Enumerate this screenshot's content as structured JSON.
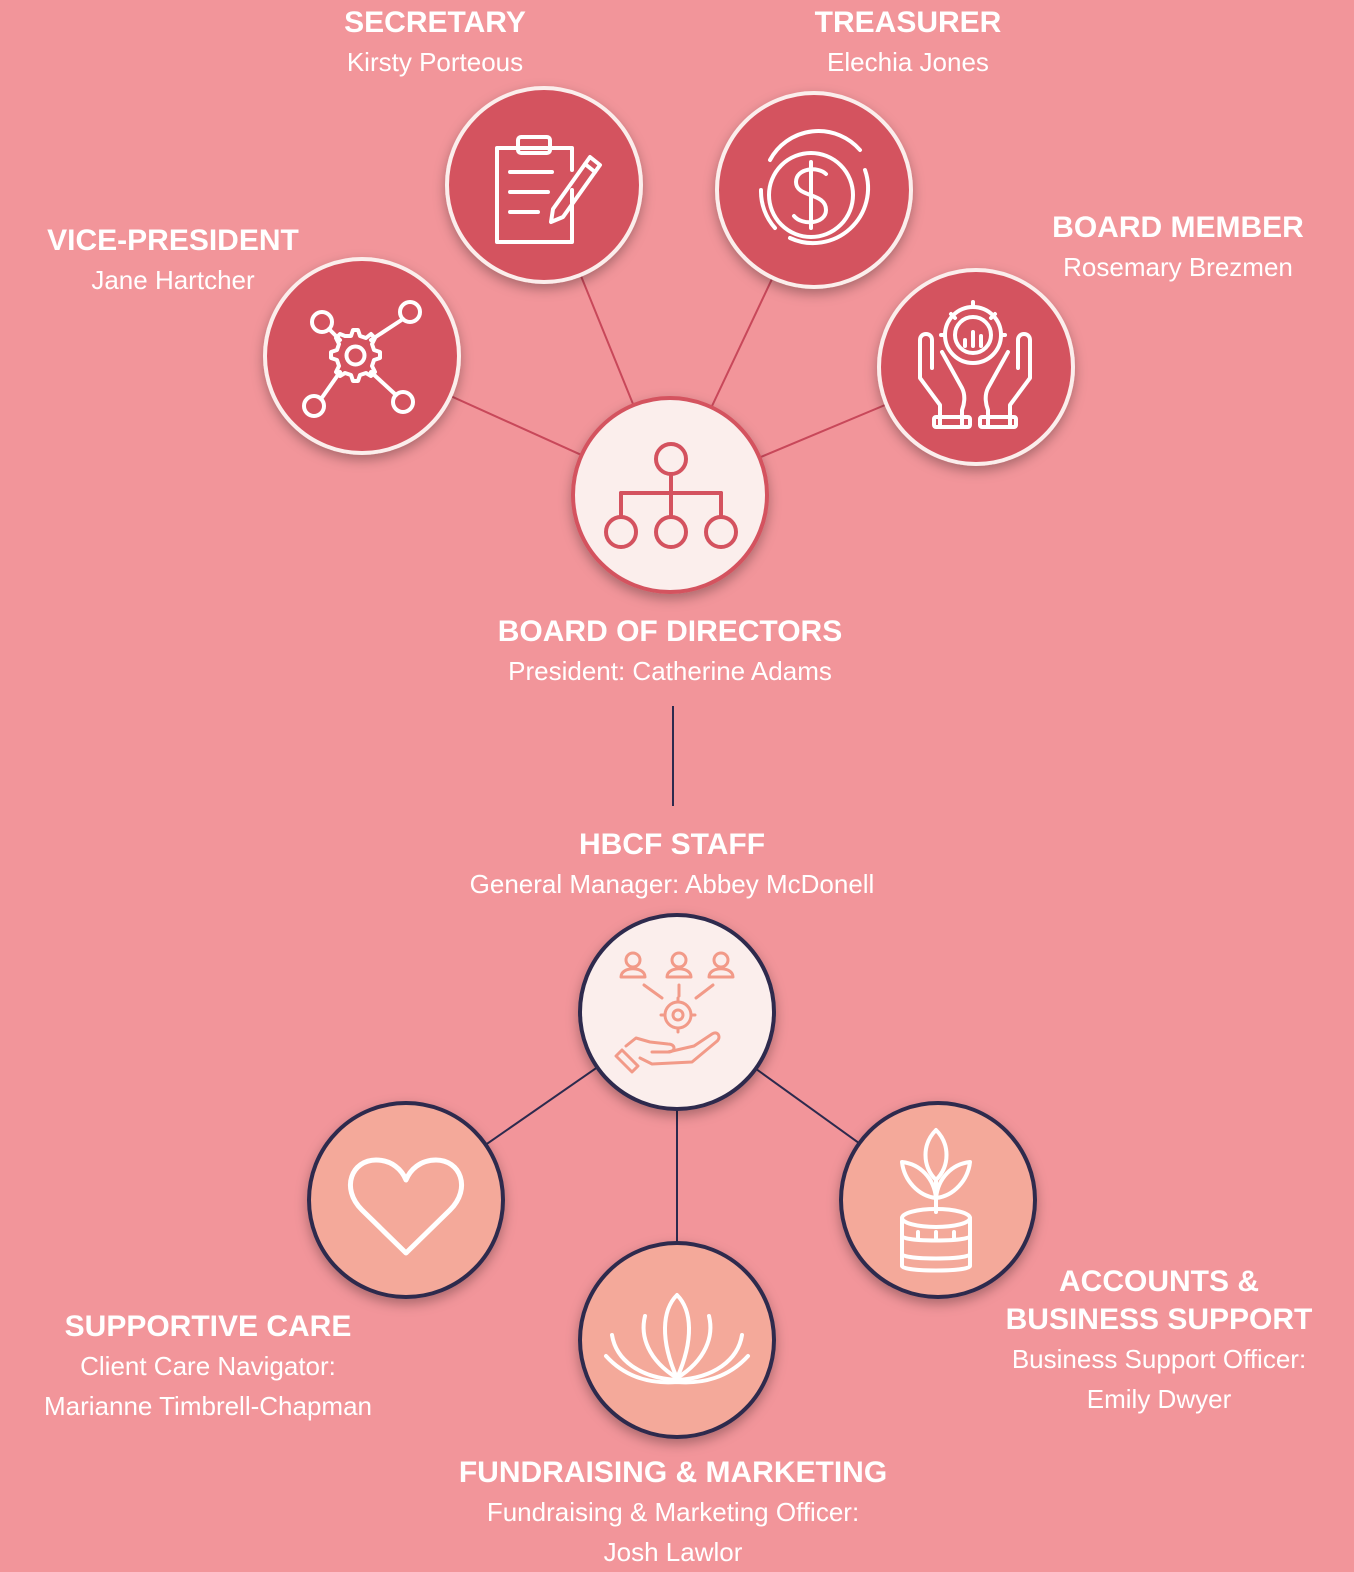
{
  "board": {
    "center": {
      "title": "BOARD OF DIRECTORS",
      "subtitle": "President: Catherine Adams"
    },
    "vice_president": {
      "title": "VICE-PRESIDENT",
      "name": "Jane Hartcher"
    },
    "secretary": {
      "title": "SECRETARY",
      "name": "Kirsty Porteous"
    },
    "treasurer": {
      "title": "TREASURER",
      "name": "Elechia Jones"
    },
    "board_member": {
      "title": "BOARD MEMBER",
      "name": "Rosemary Brezmen"
    }
  },
  "staff": {
    "center": {
      "title": "HBCF STAFF",
      "subtitle": "General Manager: Abbey McDonell"
    },
    "supportive_care": {
      "title": "SUPPORTIVE CARE",
      "role": "Client Care Navigator:",
      "name": "Marianne Timbrell-Chapman"
    },
    "fundraising": {
      "title": "FUNDRAISING & MARKETING",
      "role": "Fundraising & Marketing Officer:",
      "name": "Josh Lawlor"
    },
    "accounts": {
      "title_line1": "ACCOUNTS &",
      "title_line2": "BUSINESS SUPPORT",
      "role": "Business Support Officer:",
      "name": "Emily Dwyer"
    }
  },
  "colors": {
    "background": "#f2959a",
    "board_circle": "#d4525f",
    "board_center": "#fbeeec",
    "staff_circle": "#f4a99a",
    "staff_center": "#fbeeec",
    "staff_ring": "#2d2a4e"
  }
}
